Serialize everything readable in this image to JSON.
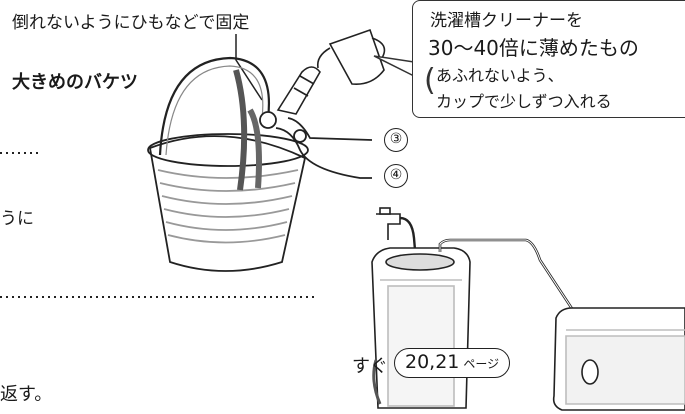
{
  "labels": {
    "tie_note": "倒れないようにひもなどで固定",
    "bucket_label": "大きめのバケツ",
    "side_text_left": "うに",
    "side_text_bottom1": "すぐ",
    "side_text_bottom2": "返す。"
  },
  "bubble": {
    "line1": "洗濯槽クリーナーを",
    "line2": "30〜40倍に薄めたもの",
    "line3": "あふれないよう、",
    "line4": "カップで少しずつ入れる"
  },
  "callouts": [
    "③",
    "④"
  ],
  "page_ref": {
    "pages": "20,21",
    "suffix": "ページ"
  },
  "colors": {
    "line": "#222222",
    "accent_gray": "#bdbdbd"
  },
  "icons": [
    "bucket-illustration",
    "hose-illustration",
    "cup-illustration",
    "washing-machine-illustration",
    "faucet-illustration",
    "tub-illustration"
  ]
}
